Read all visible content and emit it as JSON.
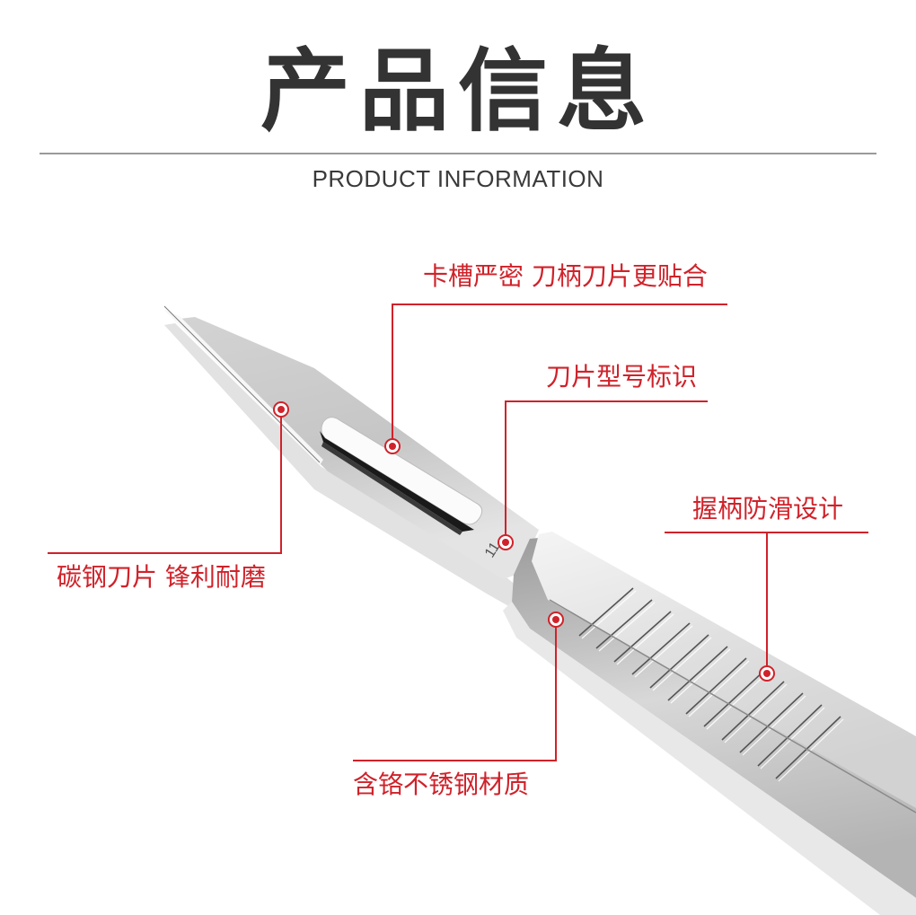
{
  "header": {
    "title": "产品信息",
    "subtitle": "PRODUCT INFORMATION"
  },
  "product": {
    "name": "scalpel",
    "blade_marking": "11"
  },
  "callouts": [
    {
      "id": "slot",
      "label": "卡槽严密 刀柄刀片更贴合"
    },
    {
      "id": "blade-model",
      "label": "刀片型号标识"
    },
    {
      "id": "grip",
      "label": "握柄防滑设计"
    },
    {
      "id": "blade-material",
      "label": "碳钢刀片 锋利耐磨"
    },
    {
      "id": "handle-material",
      "label": "含铬不锈钢材质"
    }
  ],
  "colors": {
    "title": "#333333",
    "accent": "#d0222a",
    "rule": "#9a9a9a",
    "steel_light": "#e6e6e6",
    "steel_mid": "#c8c8c8",
    "steel_dark": "#8a8a8a"
  }
}
